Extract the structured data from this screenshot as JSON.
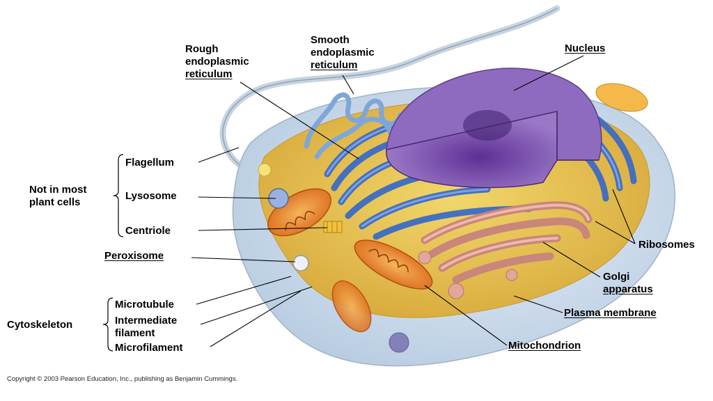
{
  "labels": {
    "rough_er": [
      "Rough",
      "endoplasmic",
      "reticulum"
    ],
    "smooth_er": [
      "Smooth",
      "endoplasmic",
      "reticulum"
    ],
    "nucleus": "Nucleus",
    "flagellum": "Flagellum",
    "lysosome": "Lysosome",
    "centriole": "Centriole",
    "not_in_plants": [
      "Not in most",
      "plant cells"
    ],
    "peroxisome": "Peroxisome",
    "microtubule": "Microtubule",
    "intermediate_filament": [
      "Intermediate",
      "filament"
    ],
    "microfilament": "Microfilament",
    "cytoskeleton": "Cytoskeleton",
    "ribosomes": "Ribosomes",
    "golgi": [
      "Golgi",
      "apparatus"
    ],
    "plasma_membrane": "Plasma membrane",
    "mitochondrion": "Mitochondrion"
  },
  "copyright": "Copyright © 2003 Pearson Education, Inc., publishing as Benjamin Cummings."
}
